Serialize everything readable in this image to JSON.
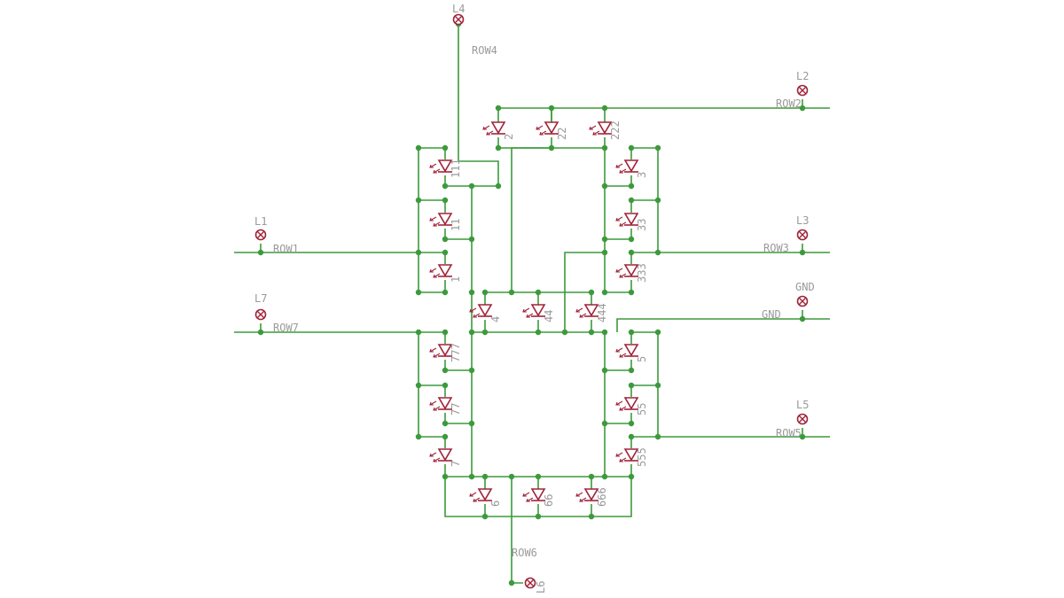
{
  "connectors": [
    {
      "name": "L1",
      "net": "ROW1"
    },
    {
      "name": "L2",
      "net": "ROW2"
    },
    {
      "name": "L3",
      "net": "ROW3"
    },
    {
      "name": "L4",
      "net": "ROW4"
    },
    {
      "name": "L5",
      "net": "ROW5"
    },
    {
      "name": "L6",
      "net": "ROW6"
    },
    {
      "name": "L7",
      "net": "ROW7"
    },
    {
      "name": "GND",
      "net": "GND"
    }
  ],
  "segments": [
    {
      "segment": 1,
      "leds": [
        "111",
        "11",
        "1"
      ]
    },
    {
      "segment": 2,
      "leds": [
        "2",
        "22",
        "222"
      ]
    },
    {
      "segment": 3,
      "leds": [
        "3",
        "33",
        "333"
      ]
    },
    {
      "segment": 4,
      "leds": [
        "4",
        "44",
        "444"
      ]
    },
    {
      "segment": 5,
      "leds": [
        "5",
        "55",
        "555"
      ]
    },
    {
      "segment": 6,
      "leds": [
        "6",
        "66",
        "666"
      ]
    },
    {
      "segment": 7,
      "leds": [
        "777",
        "77",
        "7"
      ]
    }
  ],
  "colors": {
    "wire": "#3c9a3c",
    "part": "#a0243a",
    "label": "#9a9a9a"
  }
}
